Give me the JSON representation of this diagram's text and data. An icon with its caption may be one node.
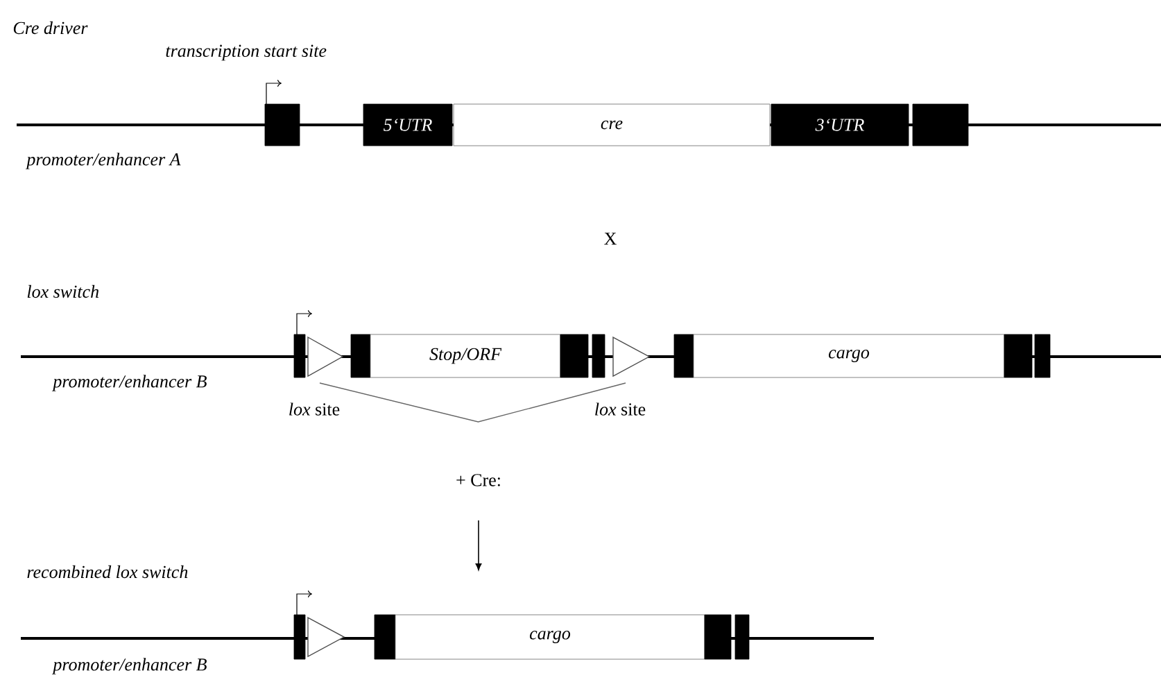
{
  "diagram": {
    "nodes": [
      {
        "text": [],
        "shape": "box"
      },
      {
        "text": [
          "5‘UTR"
        ]
      },
      {
        "text": [
          "cre"
        ]
      },
      {
        "text": [
          "3‘UTR"
        ]
      },
      {
        "text": [],
        "shape": "box"
      },
      {
        "text": [],
        "shape": "box"
      },
      {
        "text": [],
        "shape": "triangle",
        "beside": [
          "*lox* site"
        ]
      },
      {
        "text": [],
        "shape": "box"
      },
      {
        "text": [
          "Stop/ORF"
        ]
      },
      {
        "text": [],
        "shape": "box"
      },
      {
        "text": [],
        "shape": "box"
      },
      {
        "text": [],
        "shape": "triangle",
        "beside": [
          "*lox* site"
        ]
      },
      {
        "text": [],
        "shape": "box"
      },
      {
        "text": [
          "cargo"
        ]
      },
      {
        "text": [],
        "shape": "box"
      },
      {
        "text": [],
        "shape": "box"
      },
      {
        "text": [],
        "shape": "box"
      },
      {
        "text": [],
        "shape": "triangle"
      },
      {
        "text": [],
        "shape": "box"
      },
      {
        "text": [
          "cargo"
        ]
      },
      {
        "text": [],
        "shape": "box"
      },
      {
        "text": [],
        "shape": "box"
      }
    ],
    "edges": [
      {
        "from": 6,
        "to": 11,
        "arrow": "none"
      }
    ],
    "labels": [
      "Cre driver",
      "transcription start site",
      "promoter/enhancer A",
      "X",
      "lox switch",
      "promoter/enhancer B",
      "+ Cre:",
      "recombined lox switch",
      "promoter/enhancer B"
    ]
  }
}
